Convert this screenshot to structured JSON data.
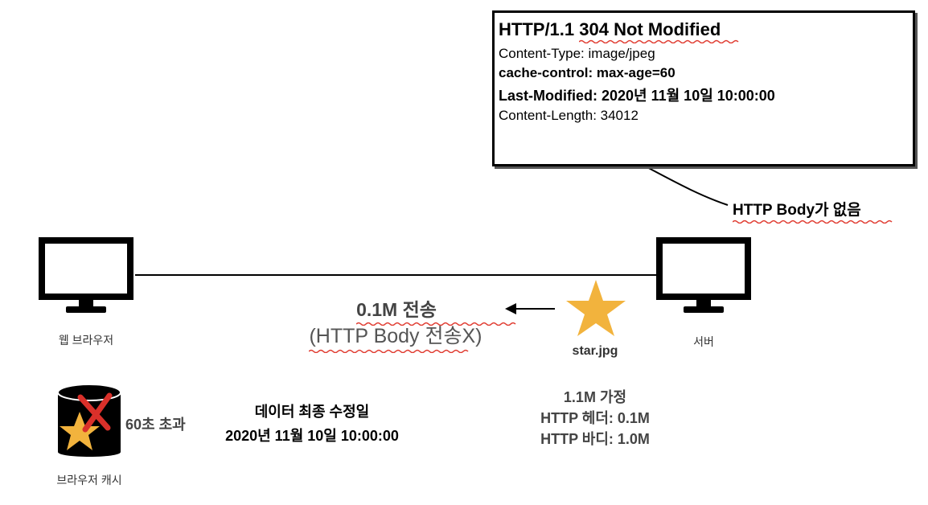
{
  "response": {
    "status_prefix": "HTTP/1.1 ",
    "status_code_text": "304 Not Modified",
    "headers": [
      {
        "text": "Content-Type: image/jpeg",
        "bold": false
      },
      {
        "text": "cache-control: max-age=60",
        "bold": true
      },
      {
        "text": "Last-Modified: 2020년 11월 10일 10:00:00",
        "bold": true
      },
      {
        "text": "Content-Length: 34012",
        "bold": false
      }
    ]
  },
  "body_note": "HTTP Body가 없음",
  "browser_label": "웹 브라우저",
  "server_label": "서버",
  "transfer": {
    "title": "0.1M 전송",
    "subtitle": "(HTTP Body 전송X)"
  },
  "resource": {
    "file_name": "star.jpg",
    "size_lines": [
      "1.1M 가정",
      "HTTP 헤더: 0.1M",
      "HTTP 바디: 1.0M"
    ]
  },
  "cache": {
    "label": "브라우저 캐시",
    "expired_text": "60초 초과",
    "last_modified_title": "데이터 최종 수정일",
    "last_modified_value": "2020년 11월 10일 10:00:00"
  },
  "colors": {
    "star": "#F2B33D",
    "squiggle": "#E03A2F",
    "cross": "#D9302A",
    "ink": "#000000"
  },
  "icons": [
    "monitor-icon",
    "star-icon",
    "database-icon",
    "cross-icon",
    "arrow-icon"
  ]
}
